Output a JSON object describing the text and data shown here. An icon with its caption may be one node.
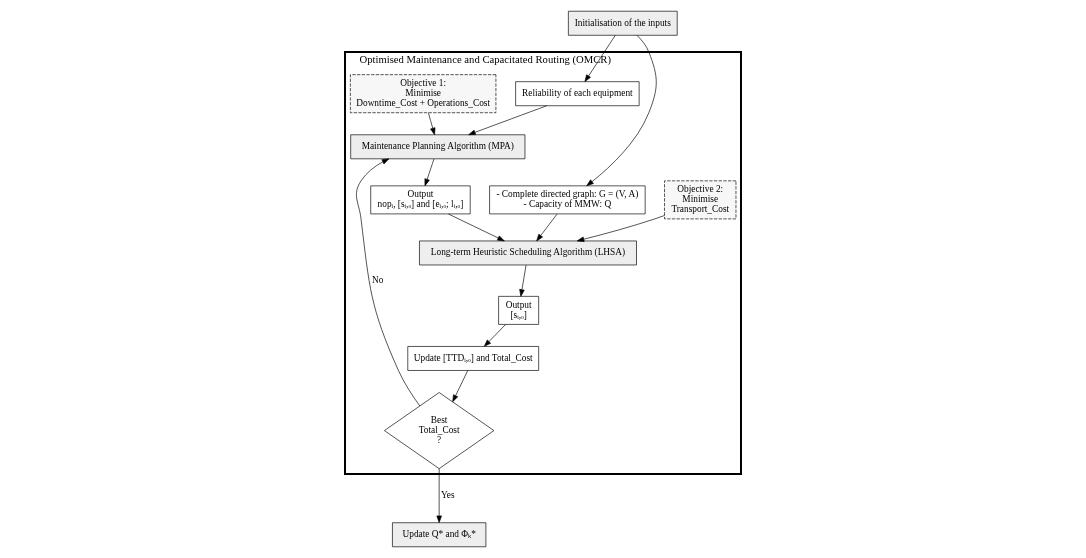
{
  "diagram": {
    "nodes": [
      {
        "text": [
          "Initialisation of the inputs"
        ]
      },
      {
        "text": [
          "Optimised Maintenance and Capacitated Routing (OMCR)"
        ]
      },
      {
        "text": [
          "Objective 1:",
          "Minimise",
          "Downtime_Cost + Operations_Cost"
        ],
        "in": 1
      },
      {
        "text": [
          "Reliability of each equipment"
        ],
        "in": 1
      },
      {
        "text": [
          "Maintenance Planning Algorithm (MPA)"
        ],
        "in": 1
      },
      {
        "text": [
          "Best",
          "Total_Cost",
          "?"
        ],
        "in": 1
      },
      {
        "text": [
          "Output",
          "nopᵢ, [sᵢ,ₒ] and [eᵢ,ₒ; lᵢ,ₒ]"
        ],
        "in": 1
      },
      {
        "text": [
          "- Complete directed graph: G = (V, A)",
          "- Capacity of MMW: Q"
        ],
        "in": 1
      },
      {
        "text": [
          "Long-term Heuristic Scheduling Algorithm (LHSA)"
        ],
        "in": 1
      },
      {
        "text": [
          "Objective 2:",
          "Minimise",
          "Transport_Cost"
        ],
        "in": 1
      },
      {
        "text": [
          "Output",
          "[sᵢ,ₒ]"
        ],
        "in": 1
      },
      {
        "text": [
          "Update [TTDᵢ,ₒ] and Total_Cost"
        ],
        "in": 1
      },
      {
        "text": [
          "Update Q* and Φₖ*"
        ]
      }
    ],
    "edges": [
      {
        "from": 0,
        "to": 3,
        "arrow": "to"
      },
      {
        "from": 0,
        "to": 7,
        "arrow": "to"
      },
      {
        "from": 2,
        "to": 4,
        "arrow": "to"
      },
      {
        "from": 3,
        "to": 4,
        "arrow": "to"
      },
      {
        "from": 5,
        "to": 4,
        "arrow": "to",
        "label": "No"
      },
      {
        "from": 5,
        "to": 12,
        "arrow": "to",
        "label": "Yes"
      },
      {
        "from": 4,
        "to": 6,
        "arrow": "to"
      },
      {
        "from": 6,
        "to": 8,
        "arrow": "to"
      },
      {
        "from": 7,
        "to": 8,
        "arrow": "to"
      },
      {
        "from": 9,
        "to": 8,
        "arrow": "to"
      },
      {
        "from": 8,
        "to": 10,
        "arrow": "to"
      },
      {
        "from": 10,
        "to": 11,
        "arrow": "to"
      },
      {
        "from": 11,
        "to": 5,
        "arrow": "to"
      }
    ]
  }
}
